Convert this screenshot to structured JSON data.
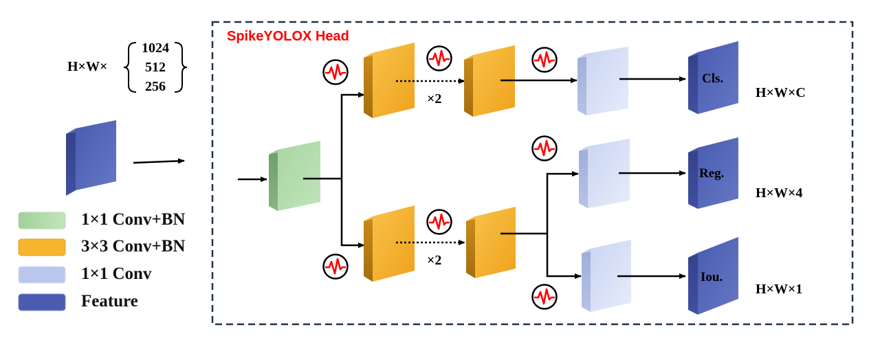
{
  "head_title": "SpikeYOLOX  Head",
  "input_shape": {
    "prefix": "H×W×",
    "channels": [
      "1024",
      "512",
      "256"
    ]
  },
  "repeat_labels": [
    "×2",
    "×2"
  ],
  "box_labels": {
    "cls": "Cls.",
    "reg": "Reg.",
    "iou": "Iou."
  },
  "outputs": {
    "cls": "H×W×C",
    "reg": "H×W×4",
    "iou": "H×W×1"
  },
  "legend": [
    {
      "label": "1×1 Conv+BN",
      "color": "#8fc98a"
    },
    {
      "label": "3×3 Conv+BN",
      "color": "#f5b52e"
    },
    {
      "label": "1×1 Conv",
      "color": "#b9c7ee"
    },
    {
      "label": "Feature",
      "color": "#4b5cb0"
    }
  ],
  "colors": {
    "frame": "#1f3247",
    "spike": "#ff0000",
    "title": "#ff0000"
  },
  "icons": [
    "spike-neuron-icon"
  ]
}
